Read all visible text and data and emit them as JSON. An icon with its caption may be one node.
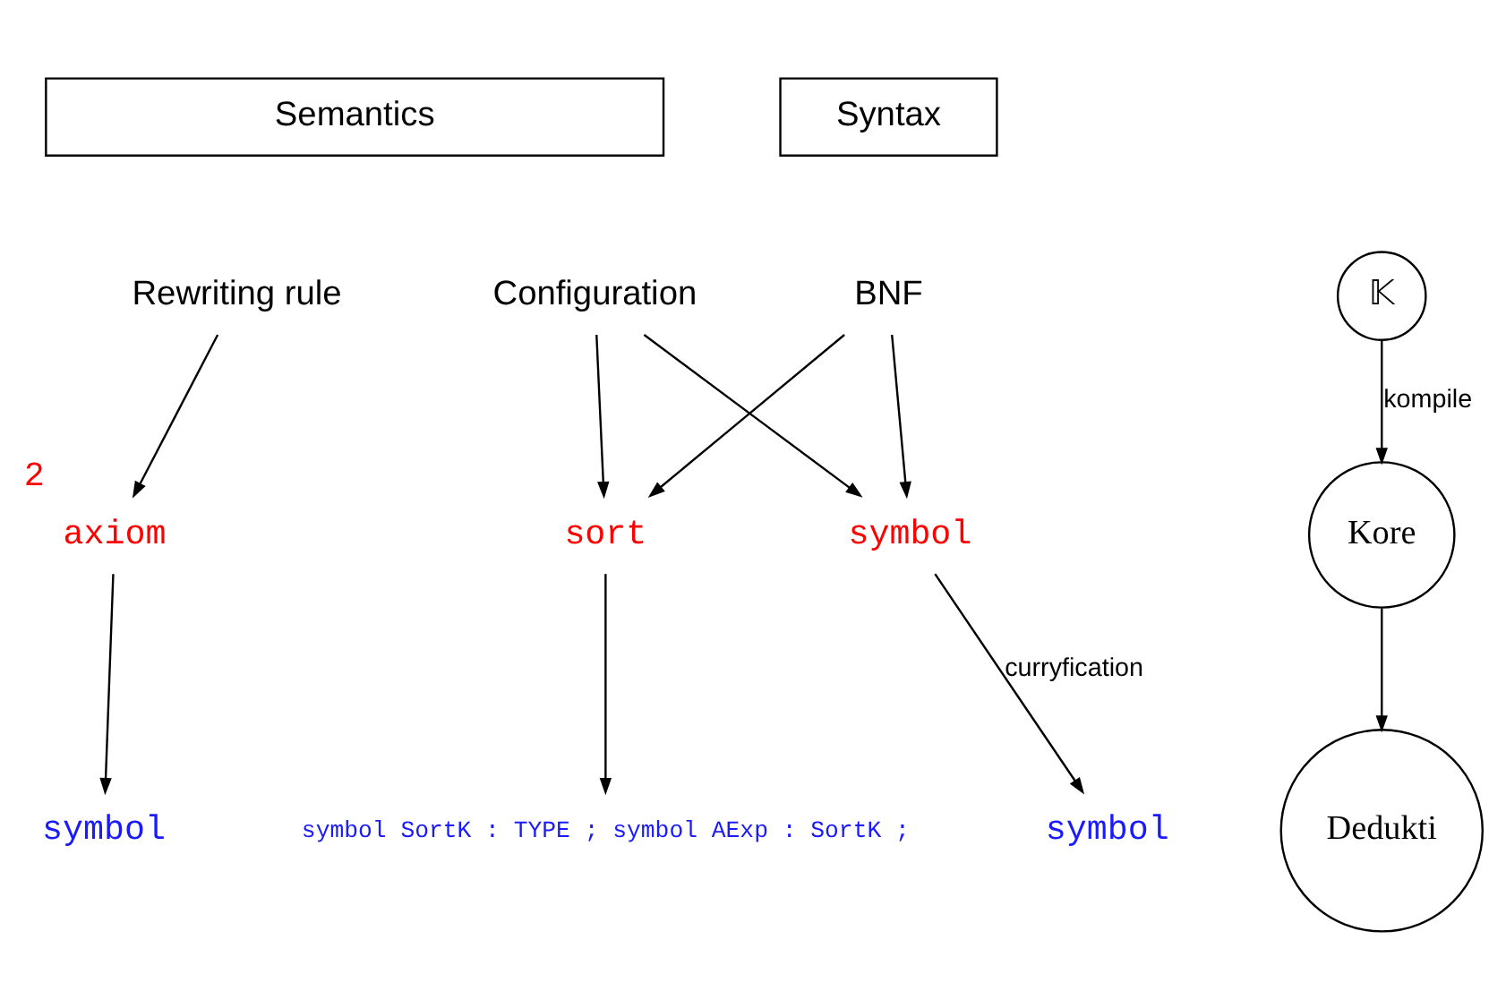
{
  "diagram": {
    "nodes": [
      {
        "text": [
          "Syntax"
        ]
      },
      {
        "text": [
          "Semantics"
        ]
      },
      {
        "text": [
          "𝕂"
        ]
      },
      {
        "text": [
          "Kore"
        ]
      },
      {
        "text": [
          "Dedukti"
        ]
      },
      {
        "text": [
          "BNF"
        ]
      },
      {
        "text": [
          "Configuration"
        ]
      },
      {
        "text": [
          "Rewriting rule"
        ]
      },
      {
        "text": [
          "sort"
        ]
      },
      {
        "text": [
          "symbol"
        ]
      },
      {
        "text": [
          "axiom"
        ],
        "beside": [
          "2"
        ]
      },
      {
        "text": [
          "symbol SortK : TYPE ; symbol AExp : SortK ;"
        ]
      },
      {
        "text": [
          "symbol"
        ]
      },
      {
        "text": [
          "symbol"
        ]
      }
    ],
    "edges": [
      {
        "from": 2,
        "to": 3,
        "arrow": "to",
        "label": "kompile"
      },
      {
        "from": 3,
        "to": 4,
        "arrow": "to"
      },
      {
        "from": 5,
        "to": 8,
        "arrow": "to"
      },
      {
        "from": 5,
        "to": 9,
        "arrow": "to"
      },
      {
        "from": 6,
        "to": 8,
        "arrow": "to"
      },
      {
        "from": 6,
        "to": 9,
        "arrow": "to"
      },
      {
        "from": 7,
        "to": 10,
        "arrow": "to"
      },
      {
        "from": 8,
        "to": 11,
        "arrow": "to"
      },
      {
        "from": 9,
        "to": 12,
        "arrow": "to",
        "label": "curryfication"
      },
      {
        "from": 10,
        "to": 13,
        "arrow": "to"
      }
    ]
  }
}
